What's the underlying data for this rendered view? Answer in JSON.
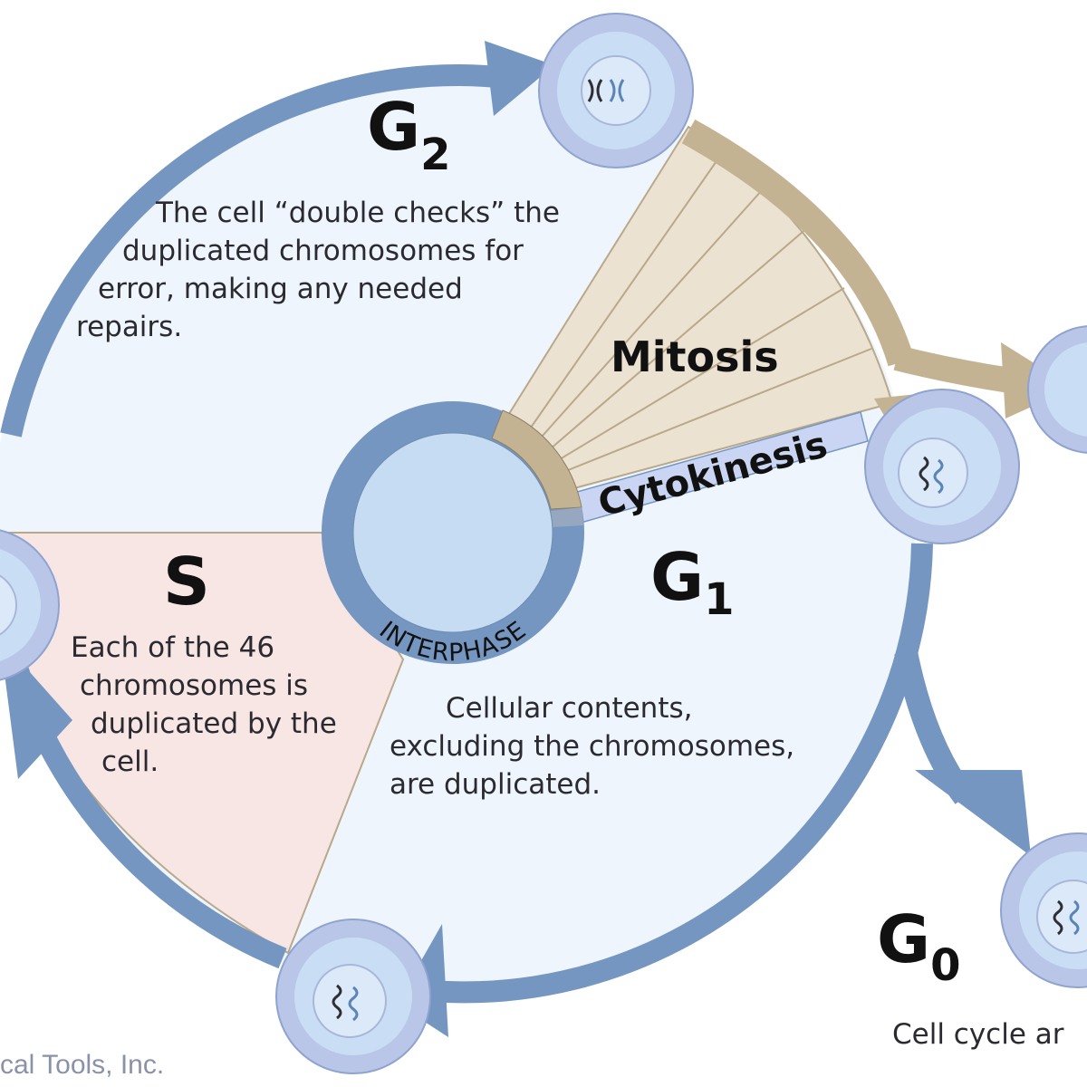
{
  "colors": {
    "ring_blue": "#7496c0",
    "interior_blue": "#eef5fd",
    "s_phase_pink": "#f7e6e4",
    "mitosis_tan": "#c4b393",
    "mitosis_fill": "#ebe2d1",
    "cell_outer": "#bac6e8",
    "cell_inner": "#c9def4",
    "center_fill": "#c6dcf3",
    "text_dark": "#111111"
  },
  "phases": {
    "g2": {
      "label": "G",
      "subscript": "2",
      "description": [
        "The cell “double checks” the",
        "duplicated chromosomes for",
        "error, making any needed",
        "repairs."
      ]
    },
    "s": {
      "label": "S",
      "description": [
        "Each of the 46",
        "chromosomes is",
        "duplicated by the",
        "cell."
      ]
    },
    "g1": {
      "label": "G",
      "subscript": "1",
      "description": [
        "Cellular contents,",
        "excluding the chromosomes,",
        "are duplicated."
      ]
    },
    "g0": {
      "label": "G",
      "subscript": "0",
      "description": "Cell cycle ar"
    },
    "mitosis": {
      "label": "Mitosis"
    },
    "cytokinesis": {
      "label": "Cytokinesis"
    },
    "interphase": {
      "label": "INTERPHASE"
    }
  },
  "credit": "cal Tools, Inc."
}
